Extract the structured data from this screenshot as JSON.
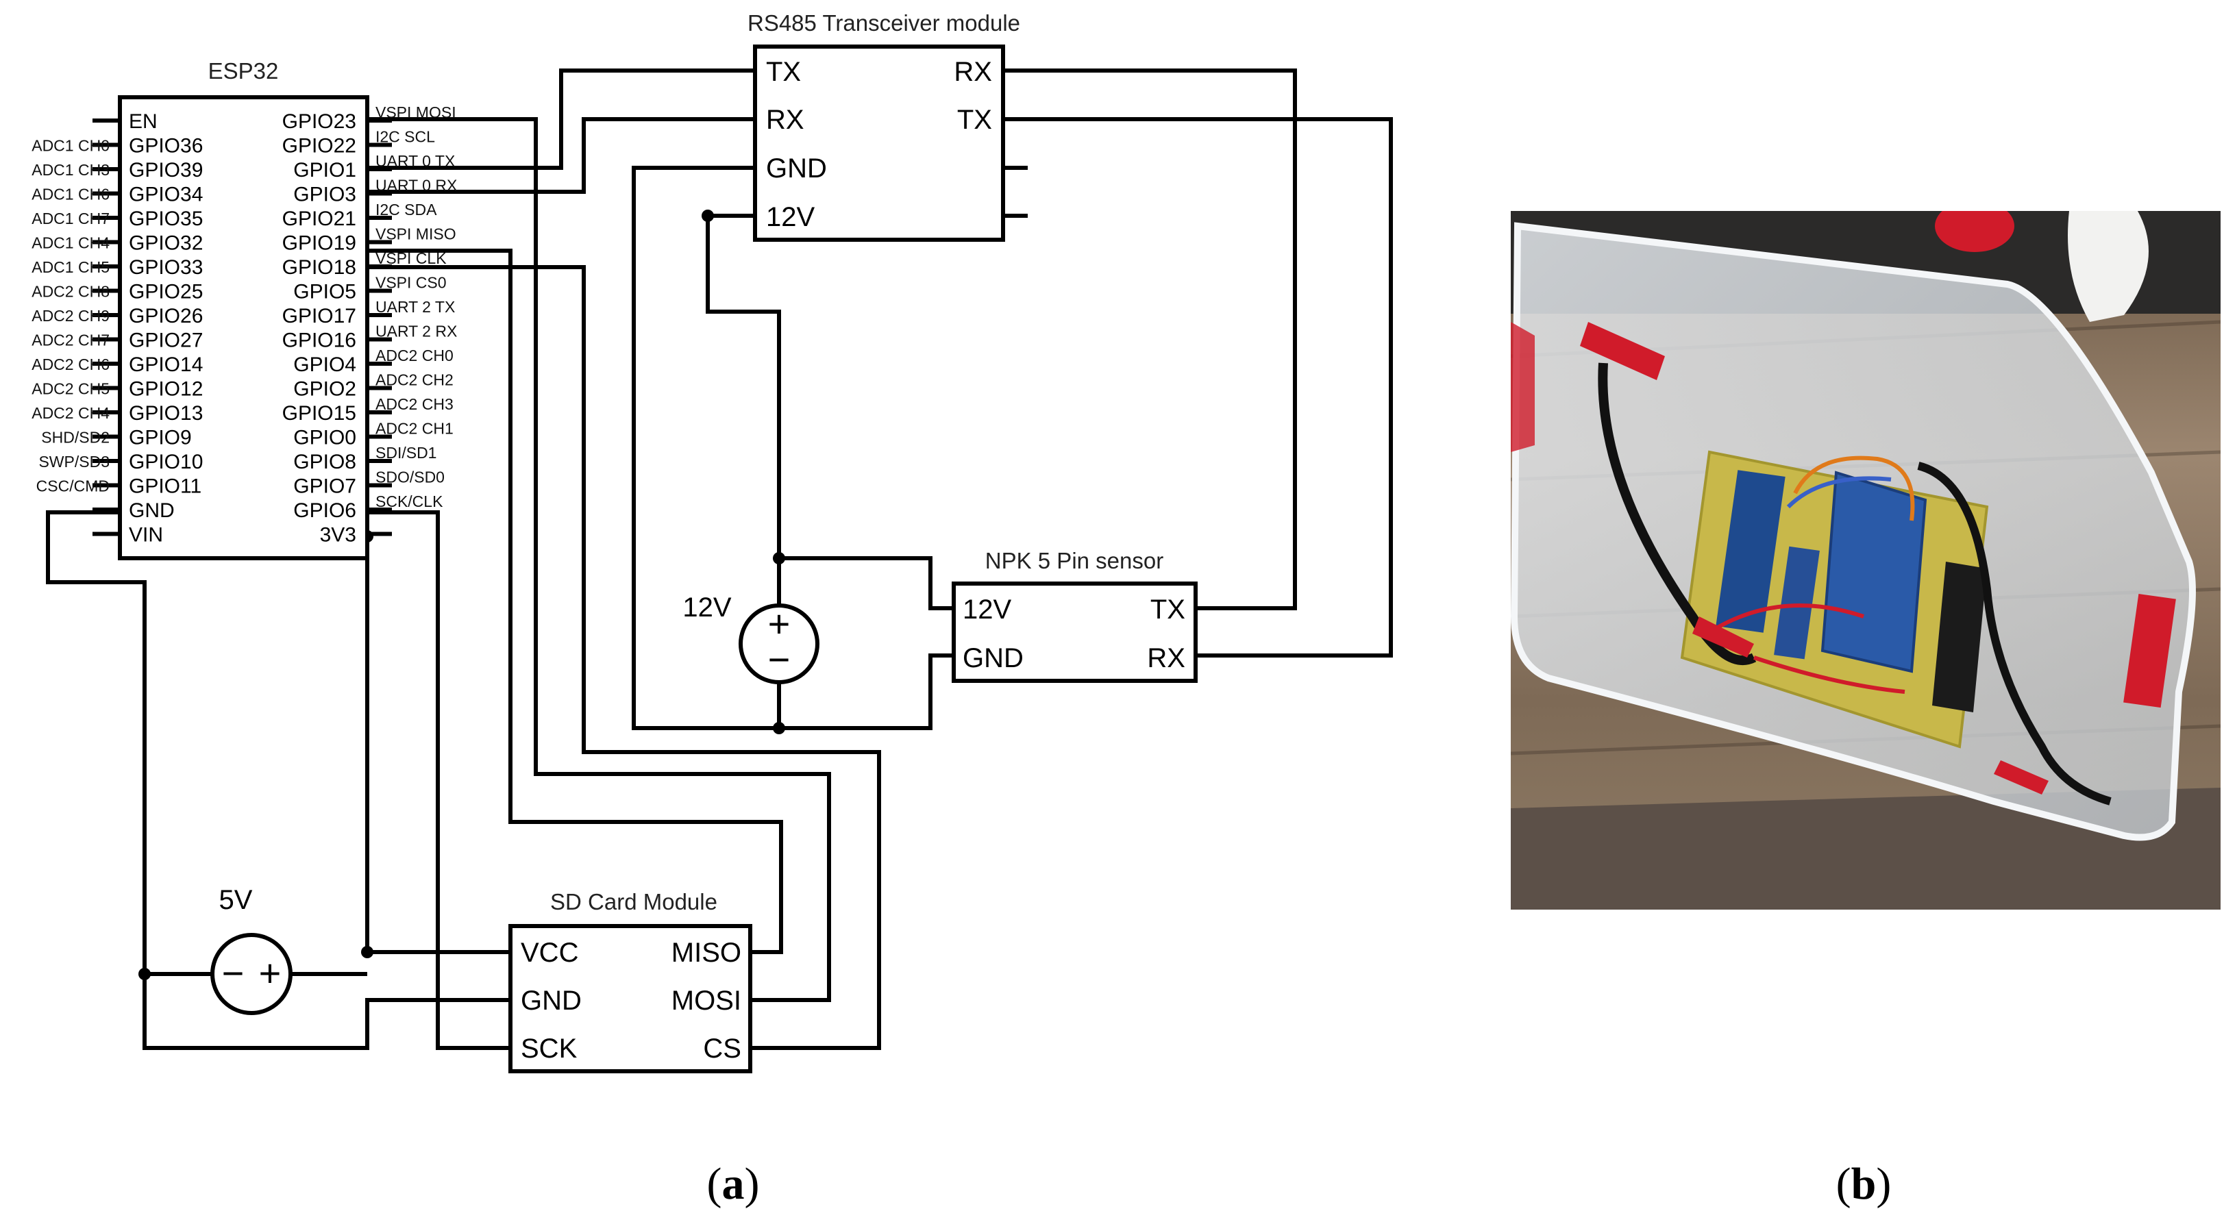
{
  "esp32": {
    "title": "ESP32",
    "left_pins": [
      "EN",
      "GPIO36",
      "GPIO39",
      "GPIO34",
      "GPIO35",
      "GPIO32",
      "GPIO33",
      "GPIO25",
      "GPIO26",
      "GPIO27",
      "GPIO14",
      "GPIO12",
      "GPIO13",
      "GPIO9",
      "GPIO10",
      "GPIO11",
      "GND",
      "VIN"
    ],
    "left_functions": [
      "",
      "ADC1 CH0",
      "ADC1 CH3",
      "ADC1 CH6",
      "ADC1 CH7",
      "ADC1 CH4",
      "ADC1 CH5",
      "ADC2 CH8",
      "ADC2 CH9",
      "ADC2 CH7",
      "ADC2 CH6",
      "ADC2 CH5",
      "ADC2 CH4",
      "SHD/SD2",
      "SWP/SD3",
      "CSC/CMD",
      "",
      ""
    ],
    "right_pins": [
      "GPIO23",
      "GPIO22",
      "GPIO1",
      "GPIO3",
      "GPIO21",
      "GPIO19",
      "GPIO18",
      "GPIO5",
      "GPIO17",
      "GPIO16",
      "GPIO4",
      "GPIO2",
      "GPIO15",
      "GPIO0",
      "GPIO8",
      "GPIO7",
      "GPIO6",
      "3V3"
    ],
    "right_functions": [
      "VSPI MOSI",
      "I2C SCL",
      "UART 0 TX",
      "UART 0 RX",
      "I2C SDA",
      "VSPI MISO",
      "VSPI CLK",
      "VSPI CS0",
      "UART 2 TX",
      "UART 2 RX",
      "ADC2 CH0",
      "ADC2 CH2",
      "ADC2 CH3",
      "ADC2 CH1",
      "SDI/SD1",
      "SDO/SD0",
      "SCK/CLK",
      ""
    ]
  },
  "rs485": {
    "title": "RS485 Transceiver module",
    "left_pins": [
      "TX",
      "RX",
      "GND",
      "12V"
    ],
    "right_pins": [
      "RX",
      "TX"
    ]
  },
  "npk": {
    "title": "NPK 5 Pin sensor",
    "left_pins": [
      "12V",
      "GND"
    ],
    "right_pins": [
      "TX",
      "RX"
    ]
  },
  "sd": {
    "title": "SD Card Module",
    "left_pins": [
      "VCC",
      "GND",
      "SCK"
    ],
    "right_pins": [
      "MISO",
      "MOSI",
      "CS"
    ]
  },
  "supply_12v": {
    "label": "12V",
    "plus": "+",
    "minus": "−"
  },
  "supply_5v": {
    "label": "5V",
    "plus": "+",
    "minus": "−"
  },
  "captions": {
    "a": {
      "open": "(",
      "letter": "a",
      "close": ")"
    },
    "b": {
      "open": "(",
      "letter": "b",
      "close": ")"
    }
  },
  "photo": {
    "description_icon": "enclosure-photo",
    "colors": {
      "lid": "#d8dde2",
      "board": "#c8b84a",
      "wood": "#8a7560",
      "red_tape": "#d01b2a",
      "blue_module": "#2a5aa8"
    }
  }
}
